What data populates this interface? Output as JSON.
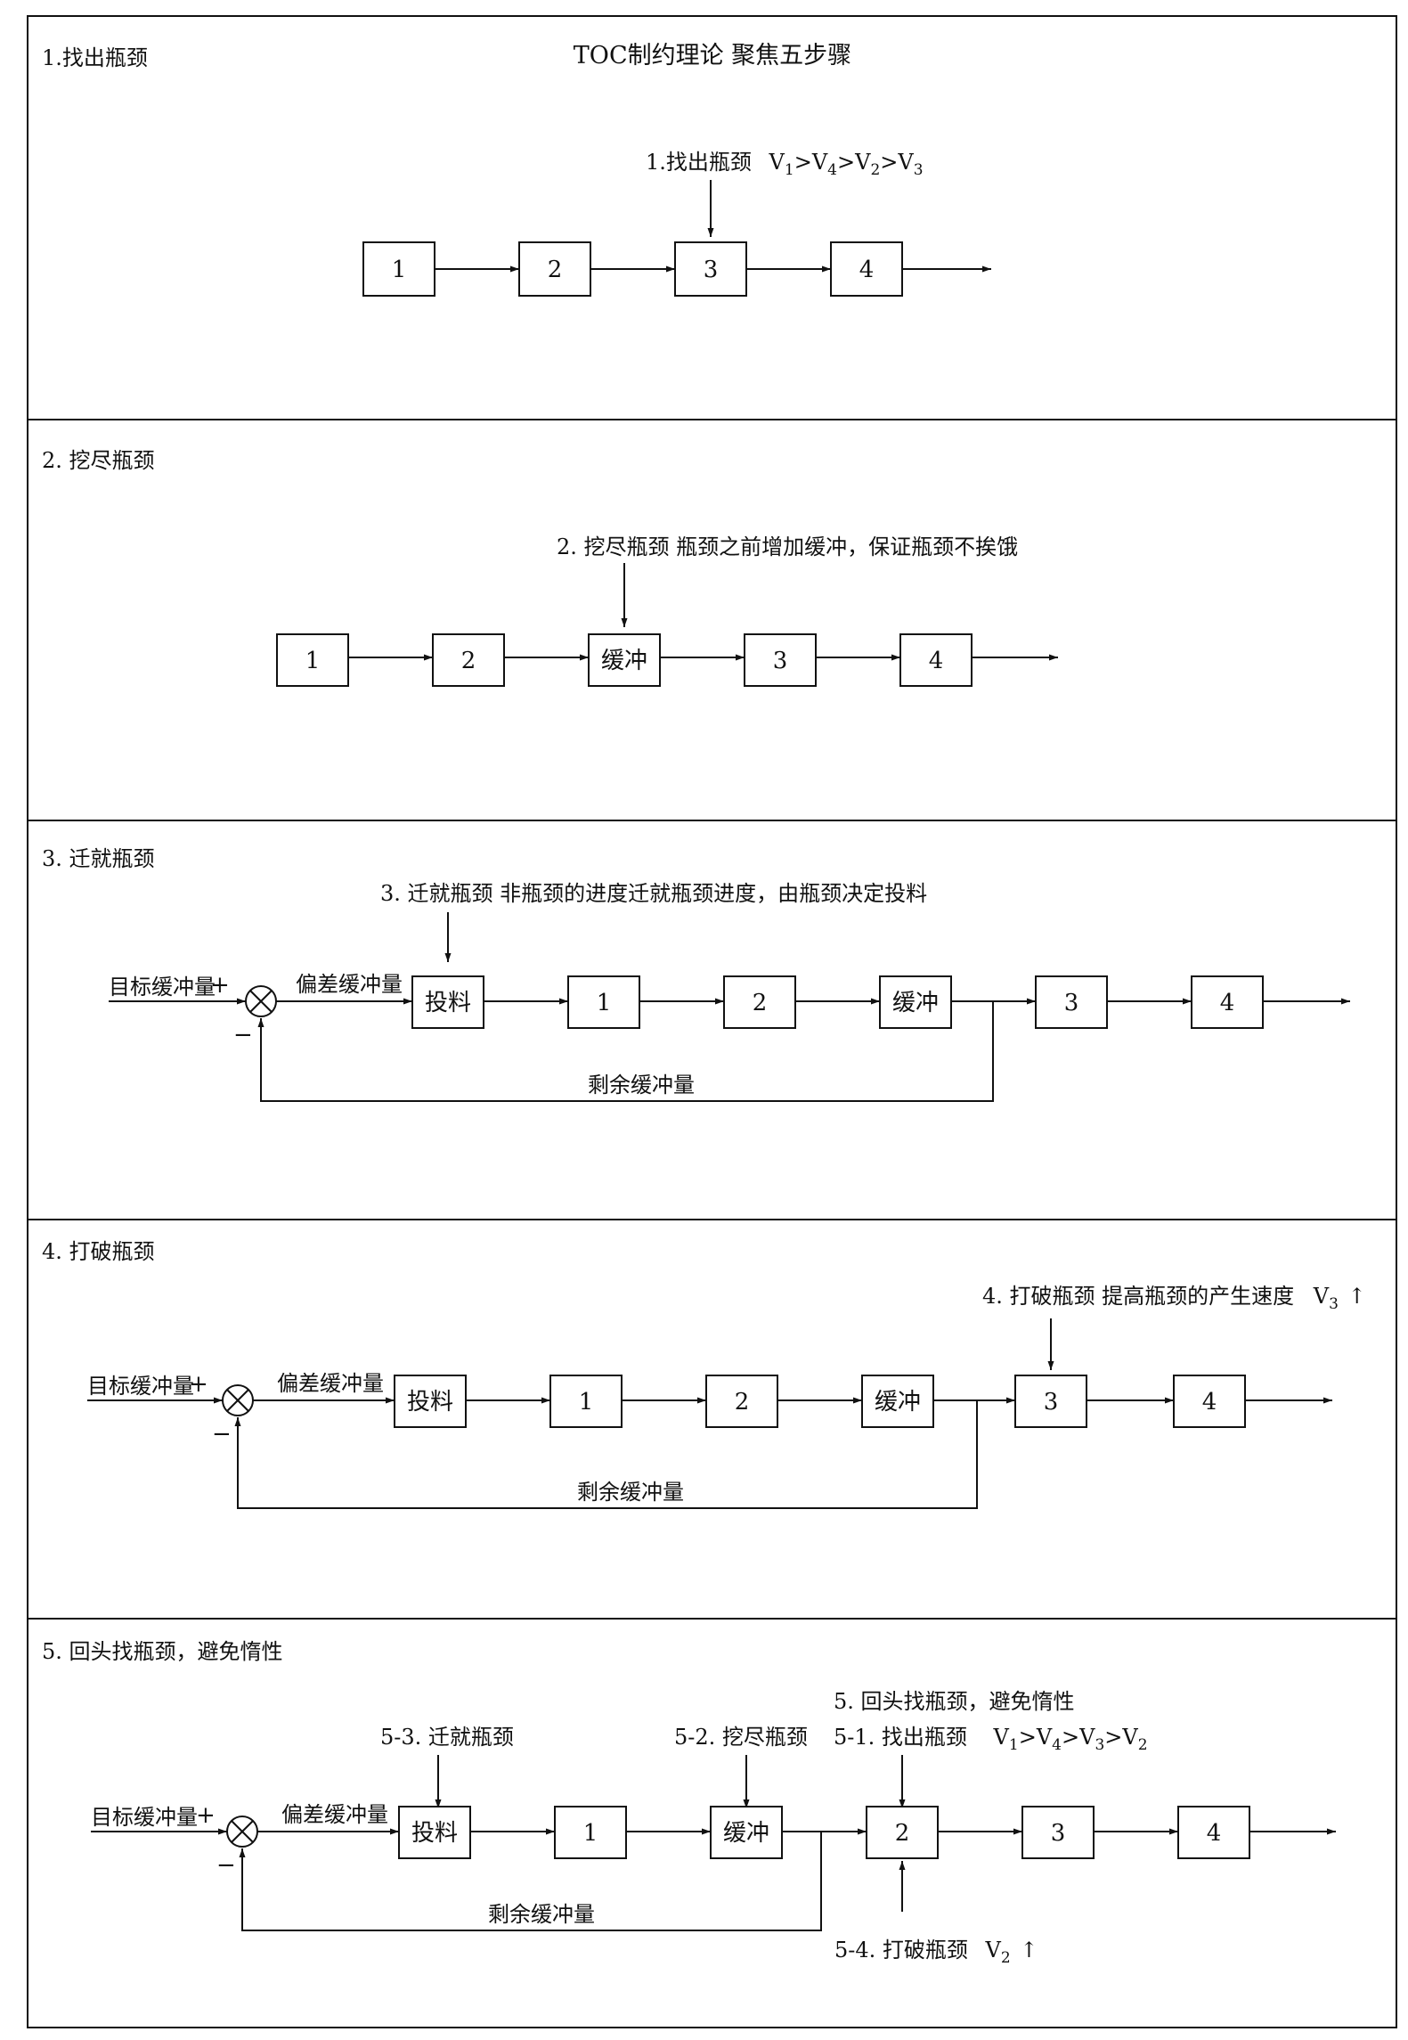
{
  "title": "TOC制约理论 聚焦五步骤",
  "panels": [
    {
      "heading": "1.找出瓶颈",
      "annotations": [
        {
          "text": "1.找出瓶颈",
          "formula": [
            [
              "V",
              "1"
            ],
            [
              ">",
              ""
            ],
            [
              "V",
              "4"
            ],
            [
              ">",
              ""
            ],
            [
              "V",
              "2"
            ],
            [
              ">",
              ""
            ],
            [
              "V",
              "3"
            ]
          ]
        }
      ],
      "boxes": [
        "1",
        "2",
        "3",
        "4"
      ]
    },
    {
      "heading": "2. 挖尽瓶颈",
      "annotations": [
        {
          "text": "2. 挖尽瓶颈    瓶颈之前增加缓冲，保证瓶颈不挨饿"
        }
      ],
      "boxes": [
        "1",
        "2",
        "缓冲",
        "3",
        "4"
      ]
    },
    {
      "heading": "3. 迁就瓶颈",
      "annotations": [
        {
          "text": "3. 迁就瓶颈    非瓶颈的进度迁就瓶颈进度，由瓶颈决定投料"
        }
      ],
      "loop": {
        "target": "目标缓冲量",
        "deviation": "偏差缓冲量",
        "remaining": "剩余缓冲量",
        "plus": "+",
        "minus": "−"
      },
      "boxes": [
        "投料",
        "1",
        "2",
        "缓冲",
        "3",
        "4"
      ]
    },
    {
      "heading": "4. 打破瓶颈",
      "annotations": [
        {
          "text": "4. 打破瓶颈    提高瓶颈的产生速度",
          "formula": [
            [
              "V",
              "3"
            ]
          ],
          "arrow": "up"
        }
      ],
      "loop": {
        "target": "目标缓冲量",
        "deviation": "偏差缓冲量",
        "remaining": "剩余缓冲量",
        "plus": "+",
        "minus": "−"
      },
      "boxes": [
        "投料",
        "1",
        "2",
        "缓冲",
        "3",
        "4"
      ]
    },
    {
      "heading": "5. 回头找瓶颈，避免惰性",
      "annotations": [
        {
          "text": "5. 回头找瓶颈，避免惰性"
        },
        {
          "text": "5-1. 找出瓶颈",
          "formula": [
            [
              "V",
              "1"
            ],
            [
              ">",
              ""
            ],
            [
              "V",
              "4"
            ],
            [
              ">",
              ""
            ],
            [
              "V",
              "3"
            ],
            [
              ">",
              ""
            ],
            [
              "V",
              "2"
            ]
          ]
        },
        {
          "text": "5-2. 挖尽瓶颈"
        },
        {
          "text": "5-3. 迁就瓶颈"
        },
        {
          "text": "5-4. 打破瓶颈",
          "formula": [
            [
              "V",
              "2"
            ]
          ],
          "arrow": "up"
        }
      ],
      "loop": {
        "target": "目标缓冲量",
        "deviation": "偏差缓冲量",
        "remaining": "剩余缓冲量",
        "plus": "+",
        "minus": "−"
      },
      "boxes": [
        "投料",
        "1",
        "缓冲",
        "2",
        "3",
        "4"
      ]
    }
  ]
}
